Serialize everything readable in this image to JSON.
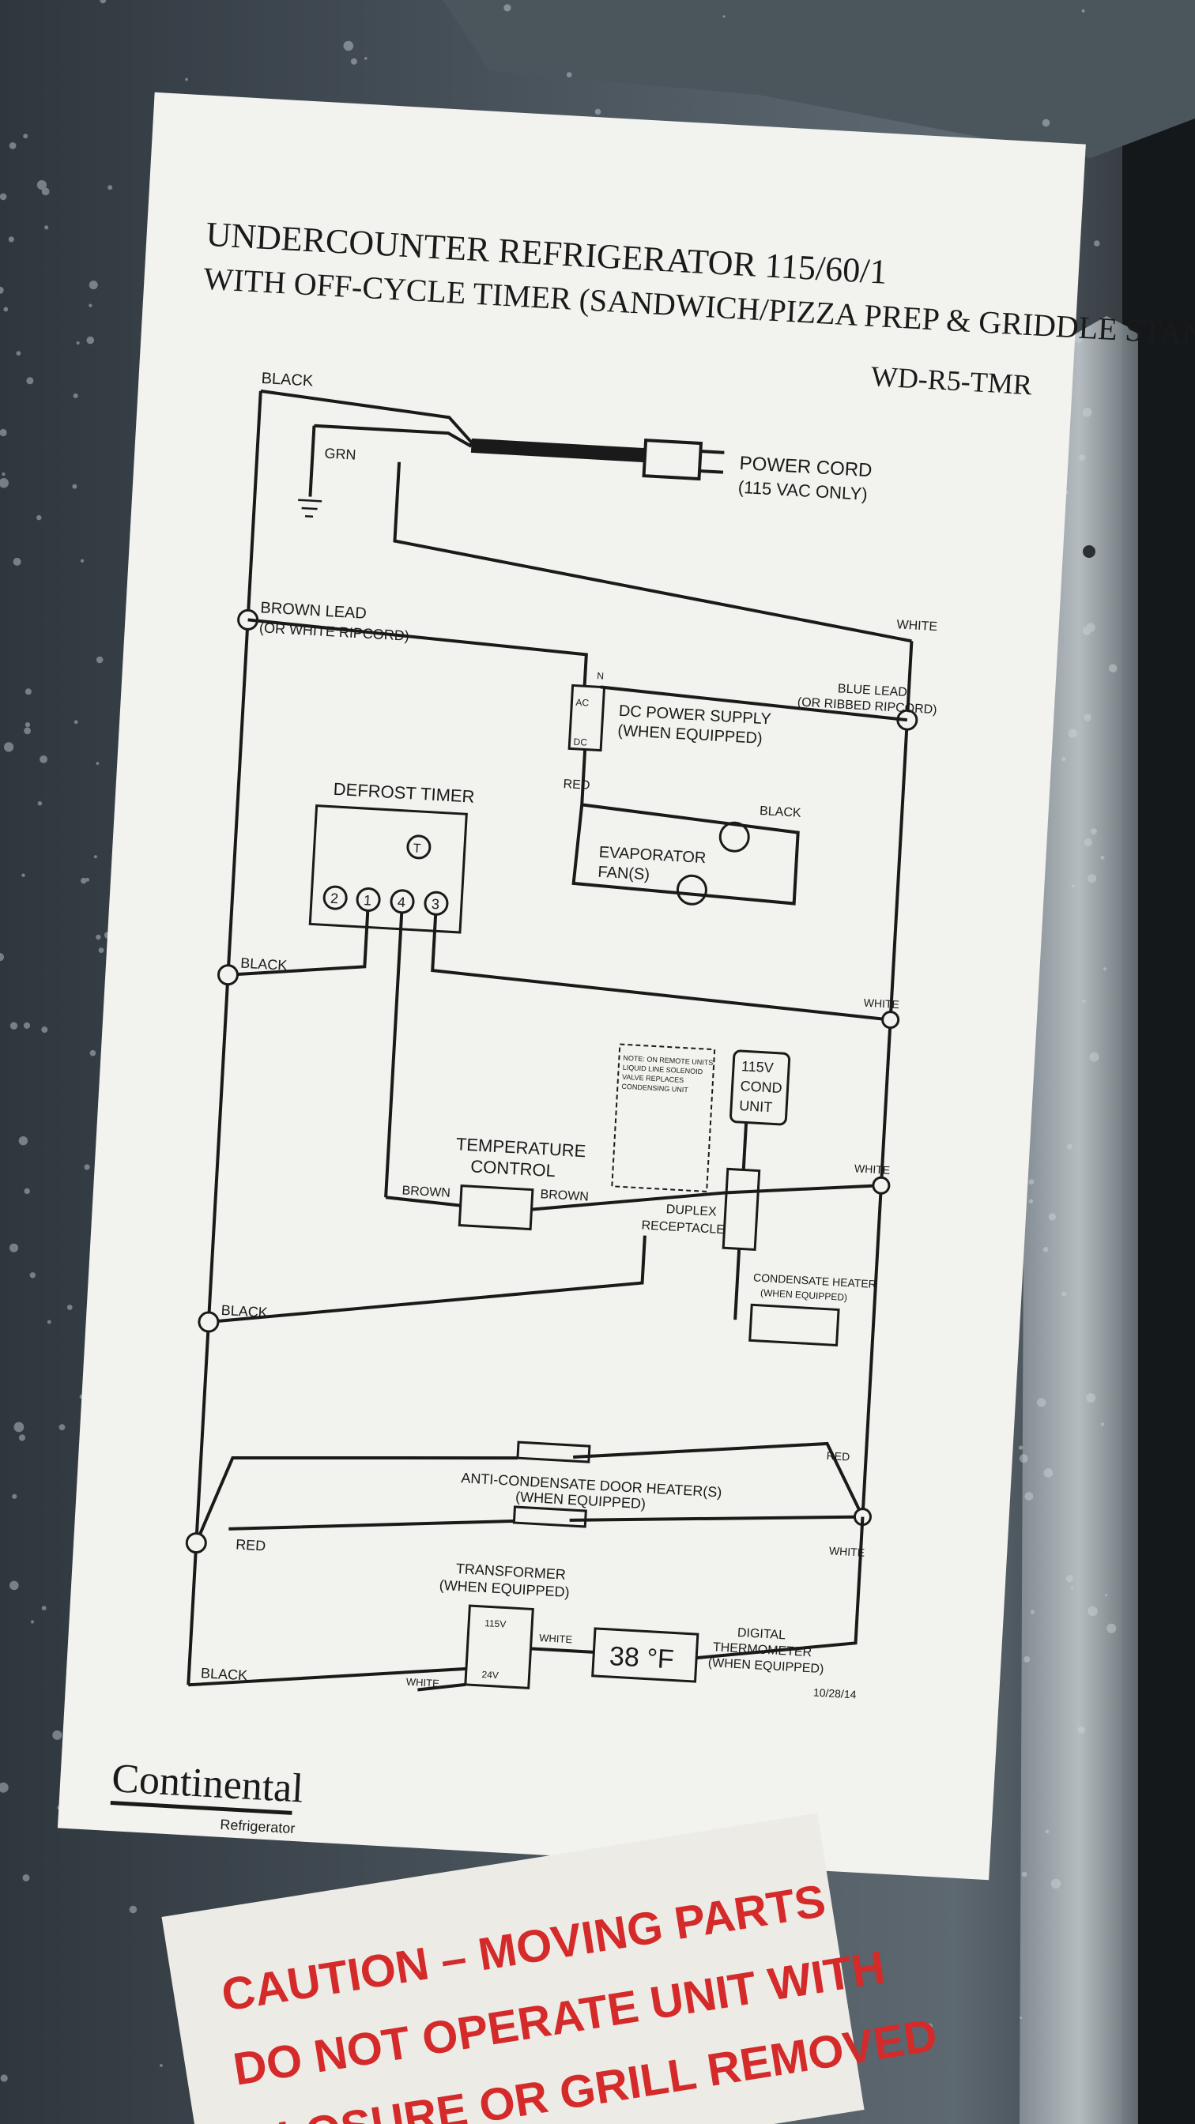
{
  "diagram": {
    "title_line1": "UNDERCOUNTER REFRIGERATOR 115/60/1",
    "title_line2": "WITH OFF-CYCLE TIMER (SANDWICH/PIZZA PREP & GRIDDLE STAND)",
    "model": "WD-R5-TMR",
    "labels": {
      "black_top": "BLACK",
      "grn": "GRN",
      "power_cord": "POWER CORD",
      "power_cord_note": "(115 VAC ONLY)",
      "white_top": "WHITE",
      "brown_lead": "BROWN LEAD",
      "brown_lead_note": "(OR WHITE RIPCORD)",
      "blue_lead": "BLUE LEAD",
      "blue_lead_note": "(OR RIBBED RIPCORD)",
      "ac": "AC",
      "dc": "DC",
      "n": "N",
      "dc_power_supply": "DC POWER SUPPLY",
      "when_equipped": "(WHEN EQUIPPED)",
      "red_vertical": "RED",
      "black_fan": "BLACK",
      "evaporator": "EVAPORATOR",
      "fans": "FAN(S)",
      "defrost_timer": "DEFROST TIMER",
      "t": "T",
      "term2": "2",
      "term1": "1",
      "term4": "4",
      "term3": "3",
      "black_mid": "BLACK",
      "white_mid": "WHITE",
      "note_line1": "NOTE: ON REMOTE UNITS,",
      "note_line2": "LIQUID LINE SOLENOID",
      "note_line3": "VALVE REPLACES",
      "note_line4": "CONDENSING UNIT",
      "cond_115v": "115V",
      "cond": "COND",
      "unit": "UNIT",
      "temperature": "TEMPERATURE",
      "control": "CONTROL",
      "brown_left": "BROWN",
      "brown_right": "BROWN",
      "white_temp": "WHITE",
      "duplex": "DUPLEX",
      "receptacle": "RECEPTACLE",
      "condensate_heater": "CONDENSATE HEATER",
      "condensate_when": "(WHEN EQUIPPED)",
      "black_lower": "BLACK",
      "anti_condensate": "ANTI-CONDENSATE DOOR HEATER(S)",
      "anti_when": "(WHEN EQUIPPED)",
      "red_right": "RED",
      "red_left": "RED",
      "white_lower": "WHITE",
      "transformer": "TRANSFORMER",
      "transformer_when": "(WHEN EQUIPPED)",
      "v115": "115V",
      "v24": "24V",
      "white_tr_left": "WHITE",
      "white_tr_right": "WHITE",
      "thermo_reading": "38 °F",
      "digital": "DIGITAL",
      "thermometer": "THERMOMETER",
      "thermo_when": "(WHEN EQUIPPED)",
      "date": "10/28/14",
      "black_bottom": "BLACK"
    },
    "brand": "Continental",
    "brand_sub": "Refrigerator"
  },
  "caution": {
    "line1": "CAUTION – MOVING PARTS",
    "line2": "DO NOT OPERATE UNIT WITH",
    "line3": "CLOSURE OR GRILL REMOVED"
  },
  "colors": {
    "paper": "#f2f2ee",
    "ink": "#1a1a1a",
    "caution_red": "#d42a2a",
    "steel": "#3d464e"
  }
}
